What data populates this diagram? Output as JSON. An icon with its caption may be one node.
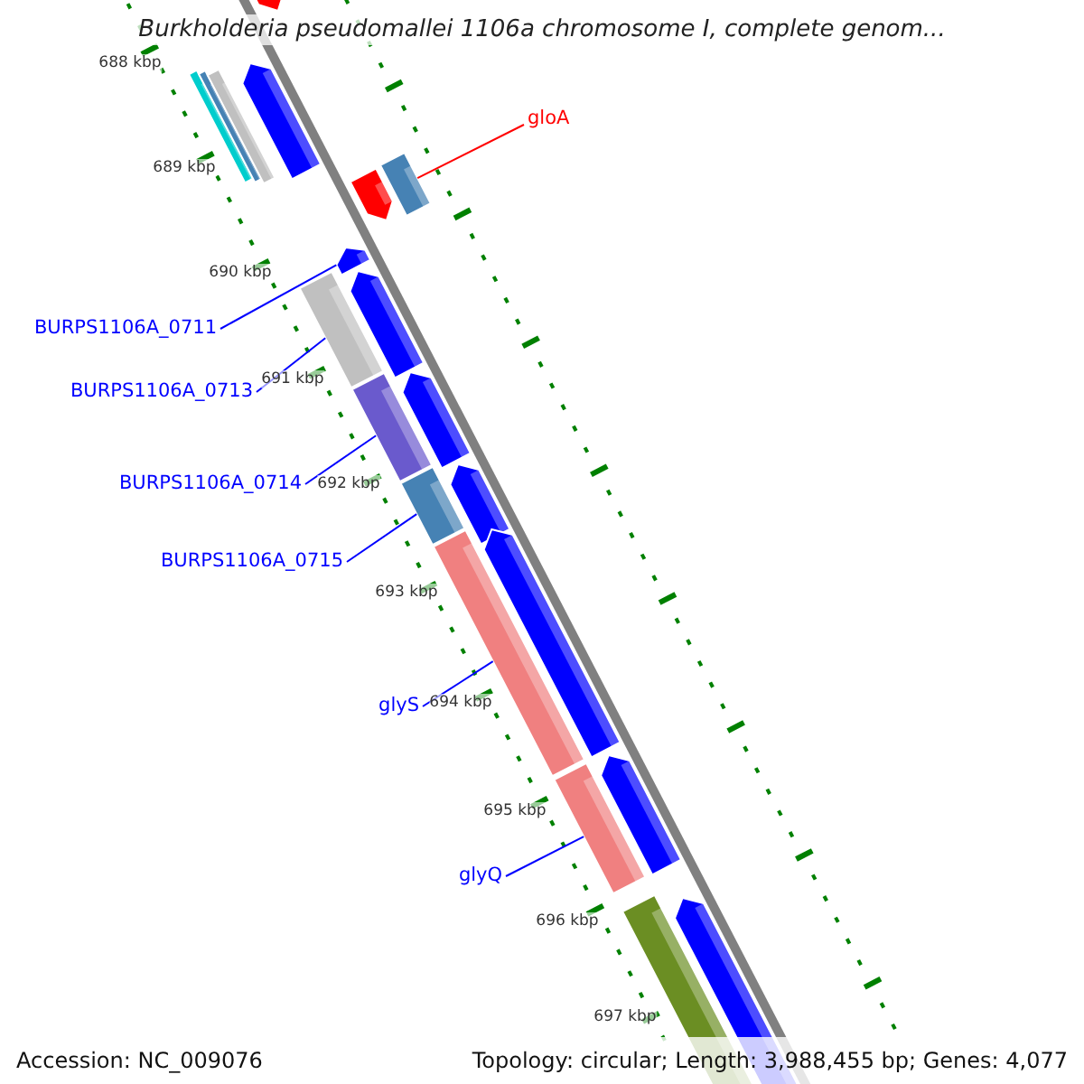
{
  "diagram": {
    "title": "Burkholderia pseudomallei 1106a chromosome I, complete genom...",
    "nodes": [
      {
        "text": [
          "gloA"
        ]
      },
      {
        "text": [],
        "shape": "bar"
      },
      {
        "text": [
          "BURPS1106A_0711"
        ]
      },
      {
        "text": [],
        "shape": "bar"
      },
      {
        "text": [
          "BURPS1106A_0713"
        ]
      },
      {
        "text": [],
        "shape": "bar"
      },
      {
        "text": [
          "BURPS1106A_0714"
        ]
      },
      {
        "text": [],
        "shape": "bar"
      },
      {
        "text": [
          "BURPS1106A_0715"
        ]
      },
      {
        "text": [],
        "shape": "bar"
      },
      {
        "text": [
          "glyS"
        ]
      },
      {
        "text": [],
        "shape": "bar"
      },
      {
        "text": [
          "glyQ"
        ]
      },
      {
        "text": [],
        "shape": "bar"
      }
    ],
    "edges": [
      {
        "from": 0,
        "to": 1,
        "arrow": "none",
        "color": "#ff0000"
      },
      {
        "from": 2,
        "to": 3,
        "arrow": "none"
      },
      {
        "from": 4,
        "to": 5,
        "arrow": "none"
      },
      {
        "from": 6,
        "to": 7,
        "arrow": "none"
      },
      {
        "from": 8,
        "to": 9,
        "arrow": "none"
      },
      {
        "from": 10,
        "to": 11,
        "arrow": "none"
      },
      {
        "from": 12,
        "to": 13,
        "arrow": "none"
      }
    ],
    "labels": [
      "688 kbp",
      "689 kbp",
      "690 kbp",
      "691 kbp",
      "692 kbp",
      "693 kbp",
      "694 kbp",
      "695 kbp",
      "696 kbp",
      "697 kbp",
      "Accession: NC_009076",
      "Topology: circular; Length: 3,988,455 bp; Genes: 4,077"
    ]
  }
}
